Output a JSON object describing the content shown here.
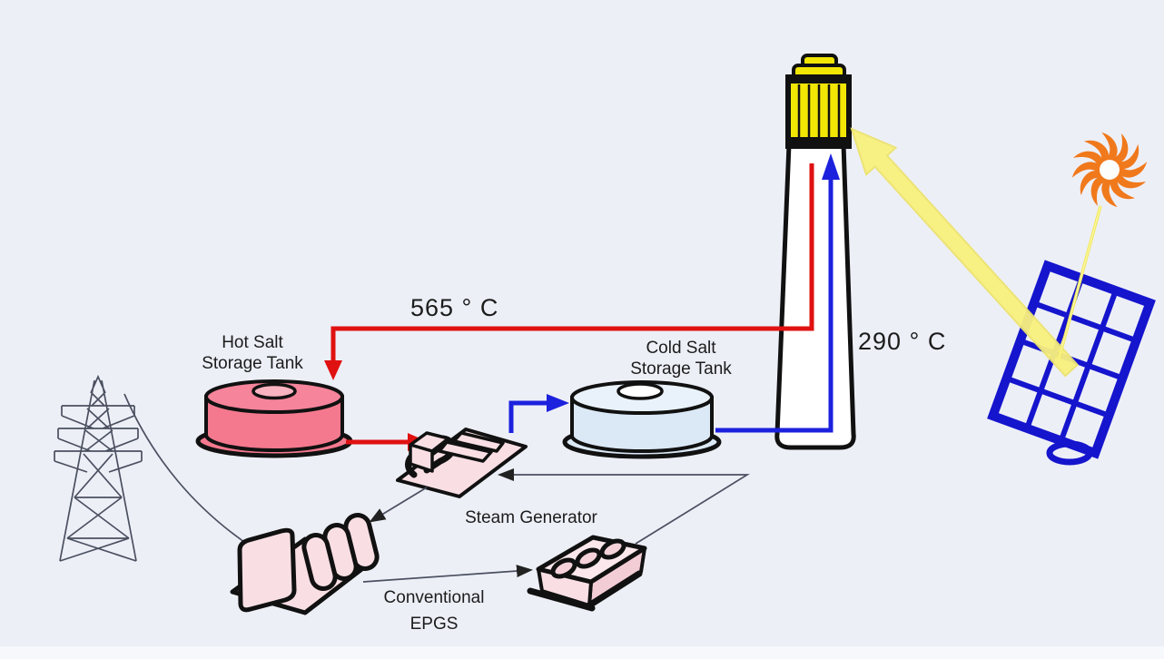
{
  "diagram_labels": {
    "hot_tank": {
      "line1": "Hot Salt",
      "line2": "Storage Tank"
    },
    "cold_tank": {
      "line1": "Cold Salt",
      "line2": "Storage Tank"
    },
    "steam_generator": "Steam Generator",
    "epgs": {
      "line1": "Conventional",
      "line2": "EPGS"
    },
    "hot_temp": "565 ° C",
    "cold_temp": "290 ° C"
  },
  "colors": {
    "background": "#edeff7",
    "hot_flow_red": "#e01111",
    "cold_flow_blue": "#1c21dd",
    "hot_tank_pink": "#f5798e",
    "hot_tank_top": "#f6849a",
    "hot_tank_hole": "#f9b3c0",
    "cold_tank_blue": "#dbe9f6",
    "cold_tank_top": "#e9f2fa",
    "receiver_yellow": "#f2e605",
    "heliostat_blue": "#1515cd",
    "sun_orange": "#f0791c",
    "beam_yellow": "#f8f17d",
    "equipment_pink": "#f9dfe4",
    "outline": "#111111",
    "thin_line": "#4a5060"
  }
}
